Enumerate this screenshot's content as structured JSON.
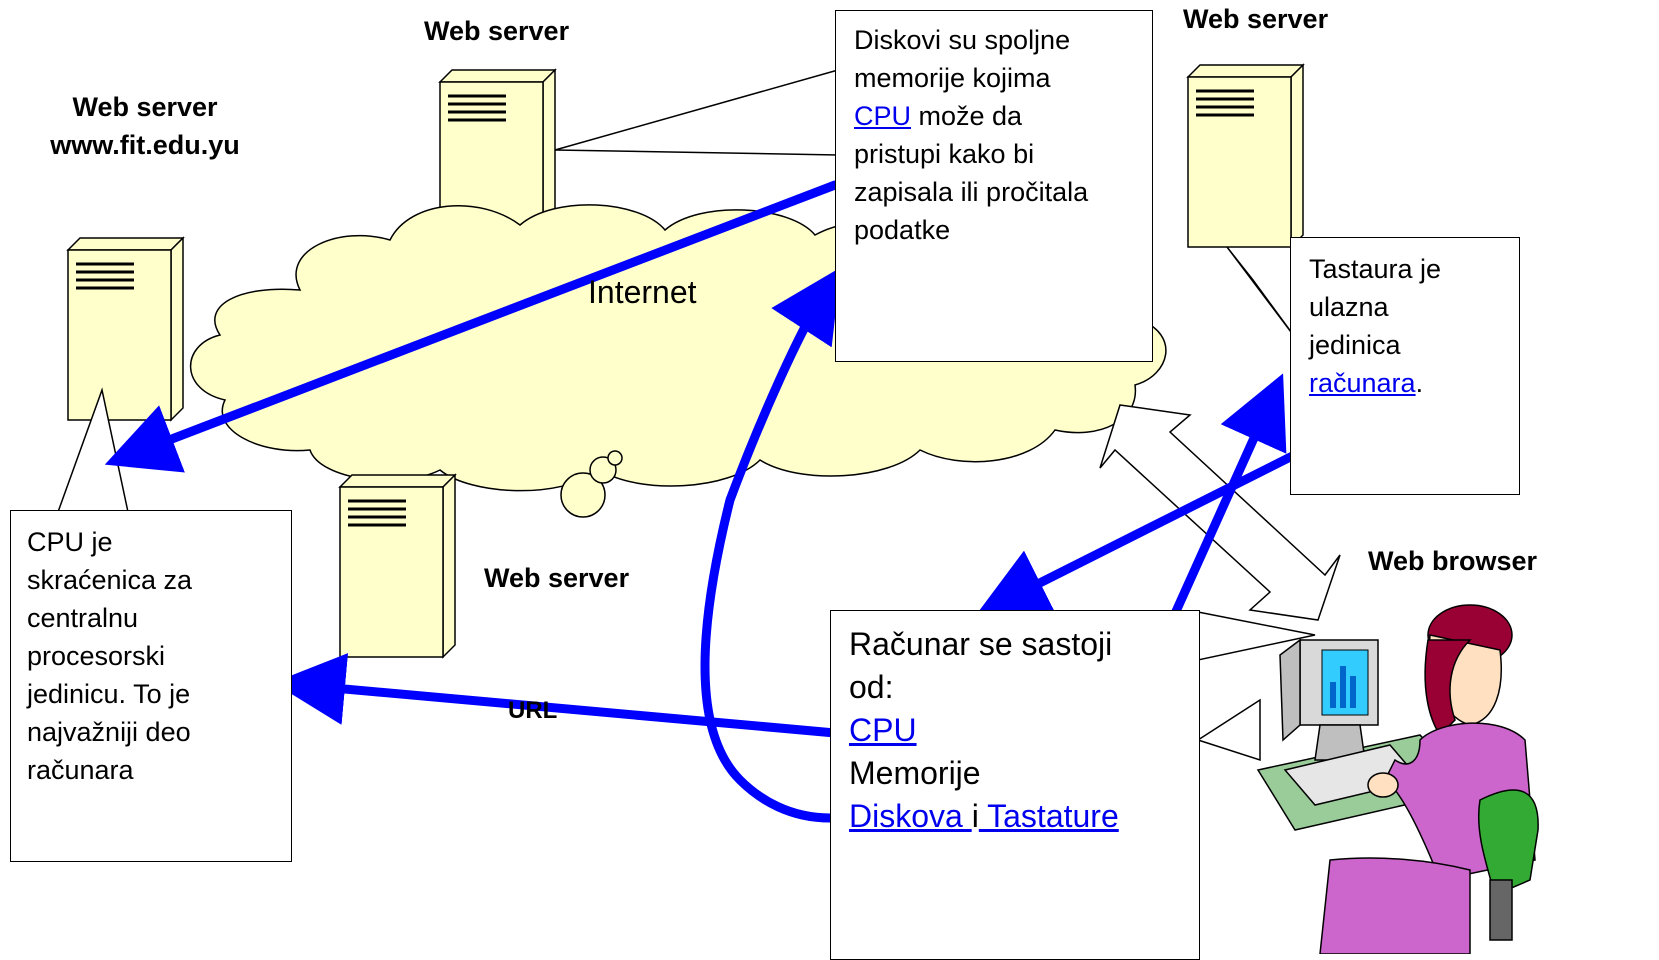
{
  "labels": {
    "web_server_top": "Web server",
    "web_server_right": "Web server",
    "web_server_left_title": "Web server",
    "web_server_left_domain": "www.fit.edu.yu",
    "web_server_bottom": "Web server",
    "web_browser": "Web browser",
    "internet": "Internet",
    "url": "URL"
  },
  "callouts": {
    "disks": {
      "line1": "Diskovi su spoljne",
      "line2": "memorije kojima",
      "link_cpu": "CPU",
      "line3_rest": " može da",
      "line4": "pristupi kako bi",
      "line5": "zapisala ili pročitala",
      "line6": "podatke"
    },
    "keyboard": {
      "line1": "Tastaura je",
      "line2": "ulazna",
      "line3": "jedinica",
      "link_racunara": "računara",
      "period": "."
    },
    "cpu": {
      "line1": "CPU je",
      "line2": "skraćenica za",
      "line3": "centralnu",
      "line4": "procesorski",
      "line5": "jedinicu. To je",
      "line6": "najvažniji deo",
      "line7": "računara"
    },
    "computer": {
      "line1": "Računar se sastoji",
      "line2": "od:",
      "link_cpu": "CPU",
      "line4": "Memorije",
      "link_diskova": "Diskova ",
      "and": "i",
      "link_tastature": " Tastature"
    }
  },
  "colors": {
    "cloud_fill": "#ffffcc",
    "server_fill": "#ffffcc",
    "arrow_blue": "#0000ff",
    "link_blue": "#0000ee",
    "monitor_screen": "#33ccff",
    "person_shirt": "#cc66cc",
    "person_hair": "#990033",
    "chair_green": "#33aa33",
    "desk_green": "#99cc99"
  },
  "icons": [
    "server-icon",
    "cloud-icon",
    "user-computer-icon"
  ]
}
